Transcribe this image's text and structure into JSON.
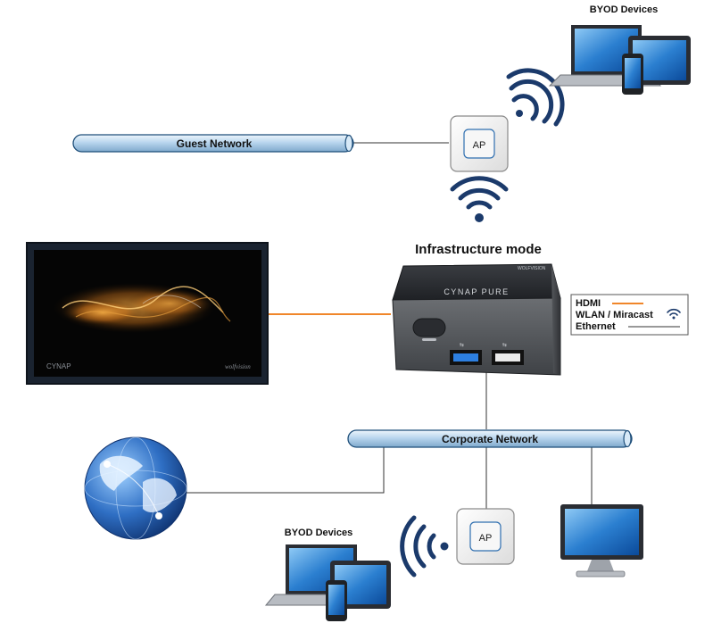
{
  "title": "Infrastructure mode",
  "networks": {
    "guest": "Guest Network",
    "corporate": "Corporate Network"
  },
  "access_points": {
    "top": "AP",
    "bottom": "AP"
  },
  "byod": {
    "top": "BYOD Devices",
    "bottom": "BYOD Devices"
  },
  "device": {
    "face_text": "CYNAP PURE",
    "brand_text": "WOLFVISION"
  },
  "display": {
    "brand_left": "CYNAP",
    "brand_right": "wolfvision"
  },
  "legend": {
    "hdmi": "HDMI",
    "wlan": "WLAN / Miracast",
    "ethernet": "Ethernet"
  },
  "colors": {
    "hdmi": "#f0862a",
    "wifi": "#1b3a6b",
    "ethernet": "#333333",
    "pipe_fill": "#c8dff2",
    "pipe_stroke": "#1f4f7a"
  },
  "icons": {
    "wifi": "wifi-icon",
    "globe": "globe-icon",
    "desktop": "desktop-monitor-icon",
    "laptop": "laptop-icon",
    "tablet": "tablet-icon",
    "phone": "phone-icon"
  }
}
